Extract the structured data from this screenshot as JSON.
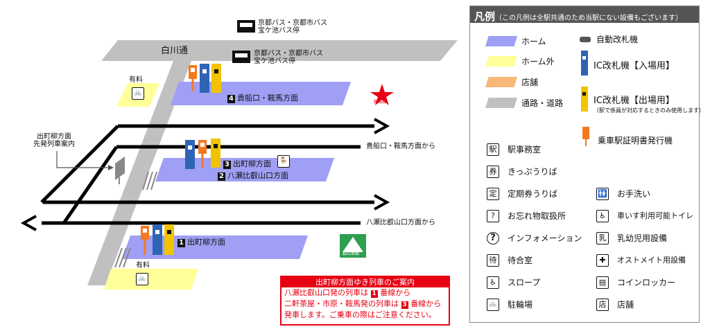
{
  "map": {
    "street": "白川通",
    "bus_stop_top": "京都バス・京都市バス\n宝ケ池バス停",
    "bus_stop_mid": "京都バス・京都市バス\n宝ケ池バス停",
    "paid_top": "有料",
    "paid_bottom": "有料",
    "departure_board": "出町柳方面\n先発列車案内",
    "platform_4": {
      "num": "4",
      "label": "貴船口・鞍馬方面"
    },
    "platform_3": {
      "num": "3",
      "label": "出町柳方面"
    },
    "platform_2": {
      "num": "2",
      "label": "八瀬比叡山口方面"
    },
    "platform_1": {
      "num": "1",
      "label": "出町柳方面"
    },
    "from_kurama": "貴船口・鞍馬方面から",
    "from_yase": "八瀬比叡山口方面から",
    "logo_kurama": "鞍馬線",
    "logo_eizan": "叡山本線"
  },
  "notice": {
    "title": "出町柳方面ゆき列車のご案内",
    "line1a": "八瀬比叡山口発の列車は",
    "line1n": "1",
    "line1b": "番線から",
    "line2a": "二軒茶屋・市原・鞍馬発の列車は",
    "line2n": "3",
    "line2b": "番線から",
    "line3": "発車します。ご乗車の際はご注意ください。"
  },
  "legend": {
    "title": "凡例",
    "note": "（この凡例は全駅共通のため当駅にない設備もございます）",
    "colors": {
      "home": "#9f9ff5",
      "outside": "#ffff99",
      "shop": "#f8b878",
      "road": "#c0c0c0"
    },
    "home": "ホーム",
    "outside": "ホーム外",
    "shop": "店舗",
    "road": "通路・道路",
    "gate": "自動改札機",
    "ic_in": "IC改札機【入場用】",
    "ic_out": "IC改札機【出場用】",
    "ic_out_note": "（駅で係員が対応するときのみ使用します）",
    "cert": "乗車駅証明書発行機",
    "office": "駅事務室",
    "ticket": "きっぷうりば",
    "pass": "定期券うりば",
    "toilet": "お手洗い",
    "lost": "お忘れ物取扱所",
    "wheel_toilet": "車いす利用可能トイレ",
    "info": "インフォメーション",
    "baby": "乳幼児用設備",
    "waiting": "待合室",
    "ostomy": "オストメイト用設備",
    "slope": "スロープ",
    "locker": "コインロッカー",
    "bike": "駐輪場",
    "store": "店舗"
  }
}
